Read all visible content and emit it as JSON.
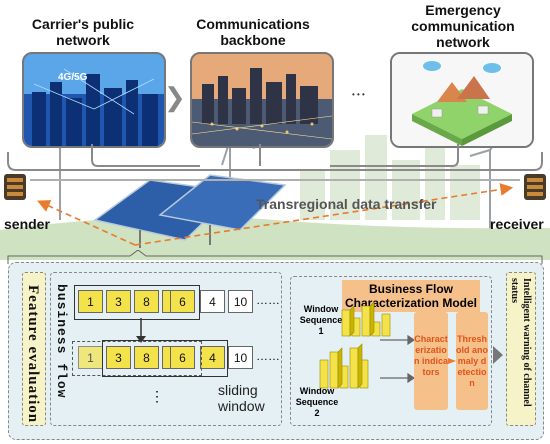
{
  "headers": {
    "carrier": "Carrier's public network",
    "backbone": "Communications backbone",
    "emergency": "Emergency communication network"
  },
  "panels": {
    "carrier_badge": "4G/5G",
    "arrow": "❯",
    "ellipsis": "• • •"
  },
  "nodes": {
    "sender": "sender",
    "receiver": "receiver"
  },
  "transfer_label": "Transregional data transfer",
  "feature_evaluation": "Feature evaluation",
  "business_flow": "business flow",
  "row1_cells": [
    "1",
    "3",
    "8",
    "…",
    "6",
    "4",
    "10"
  ],
  "row2_cells": [
    "1",
    "3",
    "8",
    "…",
    "6",
    "4",
    "10"
  ],
  "row_ellipsis": "……",
  "column_ellipsis": "⋮",
  "sliding_window": "sliding window",
  "model_title": "Business Flow Characterization Model",
  "window_seq1": "Window Sequence 1",
  "window_seq2": "Window Sequence 2",
  "characterization": "Characterization indicators",
  "threshold": "Threshold anomaly detection",
  "intelligent_warning": "Intelligent warning of channel status",
  "colors": {
    "cell_yellow": "#f4e24a",
    "model_orange": "#f6c08a",
    "bottom_bg": "#e4f0f4",
    "arrow_orange": "#e97b2e"
  }
}
